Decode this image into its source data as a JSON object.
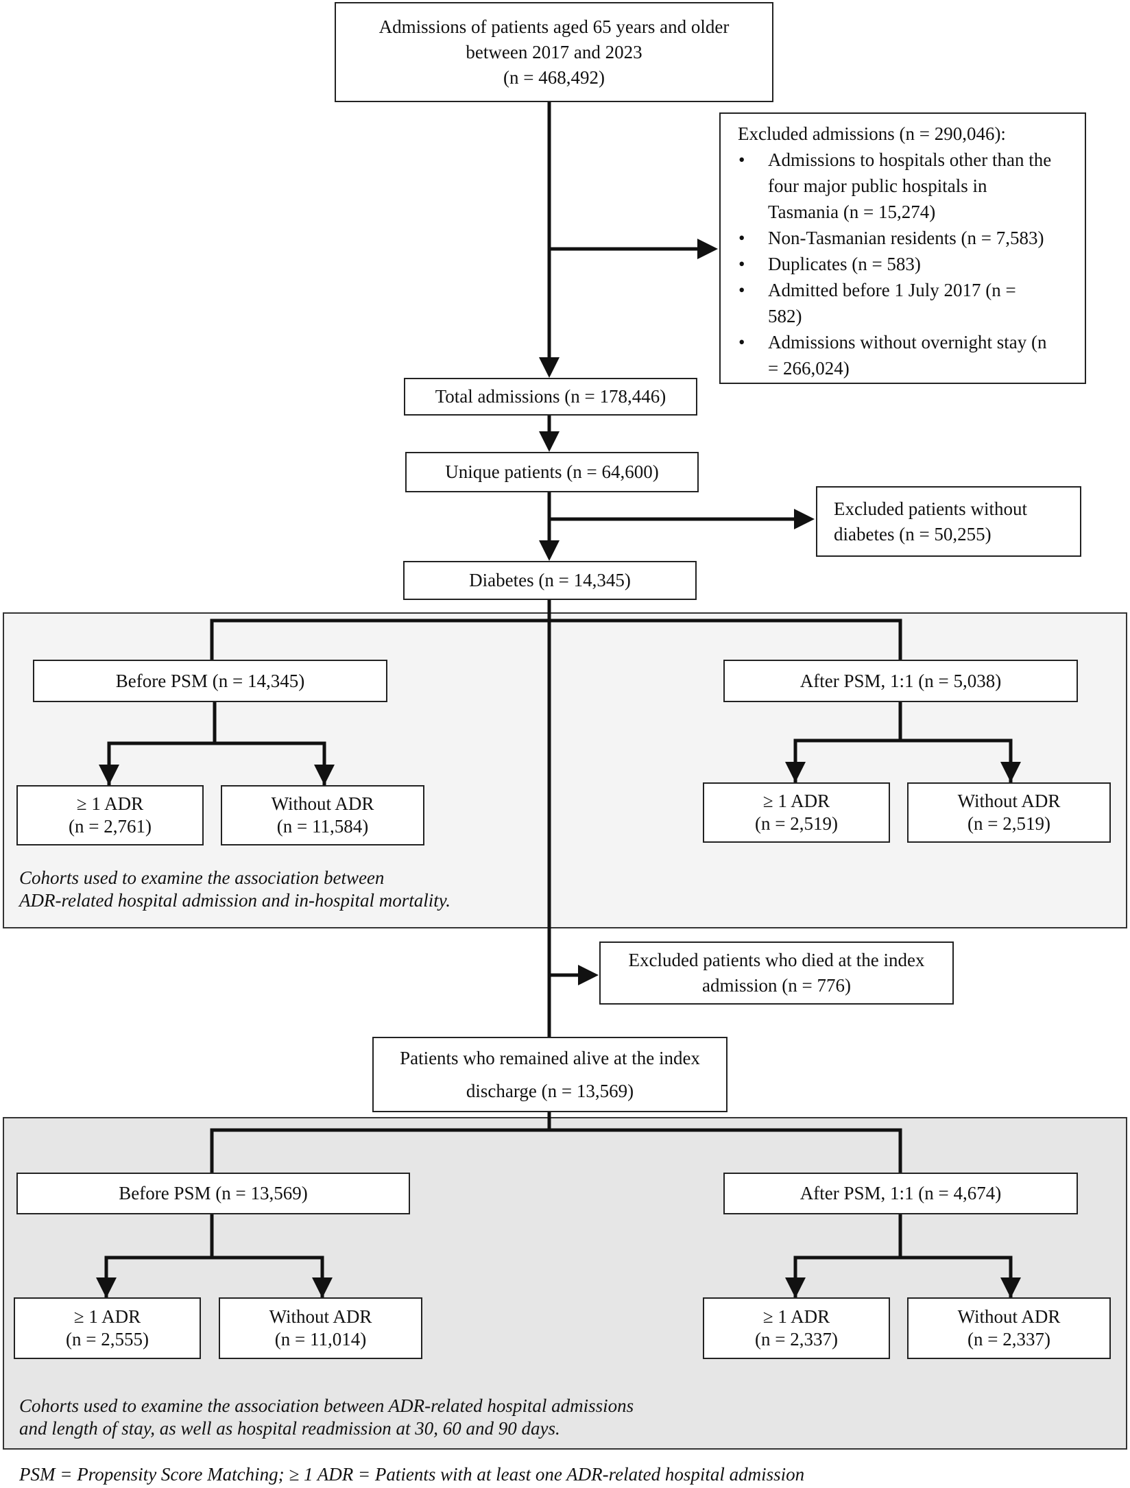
{
  "flowchart": {
    "admissions": [
      "Admissions of patients aged 65 years and older",
      "between 2017 and 2023",
      "(n = 468,492)"
    ],
    "excluded_admissions": {
      "title": "Excluded admissions (n = 290,046):",
      "items": [
        [
          "Admissions to hospitals other than the",
          "four major public hospitals in",
          "Tasmania (n = 15,274)"
        ],
        [
          "Non-Tasmanian residents (n = 7,583)"
        ],
        [
          "Duplicates (n = 583)"
        ],
        [
          "Admitted before 1 July 2017 (n =",
          "582)"
        ],
        [
          "Admissions without overnight stay (n",
          "= 266,024)"
        ]
      ]
    },
    "total_admissions": "Total admissions (n = 178,446)",
    "unique_patients": "Unique patients (n = 64,600)",
    "excluded_no_diabetes": [
      "Excluded patients without",
      "diabetes (n = 50,255)"
    ],
    "diabetes": "Diabetes (n = 14,345)",
    "mortality_cohort": {
      "before_psm": "Before PSM (n = 14,345)",
      "after_psm": "After PSM, 1:1 (n = 5,038)",
      "before_adr": [
        "≥ 1 ADR",
        "(n = 2,761)"
      ],
      "before_without": [
        "Without ADR",
        "(n = 11,584)"
      ],
      "after_adr": [
        "≥ 1 ADR",
        "(n = 2,519)"
      ],
      "after_without": [
        "Without ADR",
        "(n = 2,519)"
      ],
      "note": [
        "Cohorts used to examine the association between",
        "ADR-related hospital admission and in-hospital mortality."
      ]
    },
    "excluded_died": [
      "Excluded patients who died at the index",
      "admission (n = 776)"
    ],
    "alive": [
      "Patients who remained alive at the index",
      "discharge (n = 13,569)"
    ],
    "los_cohort": {
      "before_psm": "Before PSM (n = 13,569)",
      "after_psm": "After PSM, 1:1 (n = 4,674)",
      "before_adr": [
        "≥ 1 ADR",
        "(n = 2,555)"
      ],
      "before_without": [
        "Without ADR",
        "(n = 11,014)"
      ],
      "after_adr": [
        "≥ 1 ADR",
        "(n = 2,337)"
      ],
      "after_without": [
        "Without ADR",
        "(n = 2,337)"
      ],
      "note": [
        "Cohorts used to examine the association between ADR-related hospital admissions",
        "and length of stay, as well as hospital readmission at 30, 60 and 90 days."
      ]
    },
    "footnote": "PSM = Propensity Score Matching; ≥ 1 ADR = Patients with at least one ADR-related hospital admission"
  },
  "colors": {
    "line": "#111111",
    "panel_1_background": "#f4f4f4",
    "panel_2_background": "#e6e6e6"
  }
}
